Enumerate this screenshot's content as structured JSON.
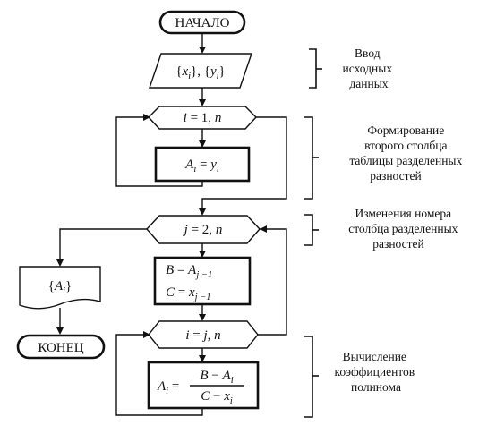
{
  "blocks": {
    "start": "НАЧАЛО",
    "end": "КОНЕЦ",
    "input": {
      "open": "{",
      "close": "}",
      "sep": ", ",
      "var1": "x",
      "sub1": "i",
      "var2": "y",
      "sub2": "i"
    },
    "loop_i1": {
      "var": "i",
      "range": " = 1, ",
      "limit": "n"
    },
    "assign_a": {
      "lhs": "A",
      "lhs_sub": "i",
      "eq": " = ",
      "rhs": "y",
      "rhs_sub": "i"
    },
    "loop_j": {
      "var": "j",
      "range": " = 2, ",
      "limit": "n"
    },
    "assign_b": {
      "lhs": "B",
      "eq": " = ",
      "rhs": "A",
      "rhs_sub": "j −1"
    },
    "assign_c": {
      "lhs": "C",
      "eq": " = ",
      "rhs": "x",
      "rhs_sub": "j −1"
    },
    "loop_i2": {
      "var": "i",
      "range": " = ",
      "start": "j",
      "sep": ", ",
      "limit": "n"
    },
    "formula": {
      "lhs": "A",
      "lhs_sub": "i",
      "eq": " = ",
      "num_b": "B",
      "num_minus": " − ",
      "num_a": "A",
      "num_sub": "i",
      "den_c": "C",
      "den_minus": " − ",
      "den_x": "x",
      "den_sub": "i"
    },
    "output": {
      "open": "{",
      "close": "}",
      "var": "A",
      "sub": "i"
    }
  },
  "annotations": {
    "input_data": [
      "Ввод",
      "исходных",
      "данных"
    ],
    "second_column": [
      "Формирование",
      "второго столбца",
      "таблицы разделенных",
      "разностей"
    ],
    "column_number": [
      "Изменения номера",
      "столбца разделенных",
      "разностей"
    ],
    "coefficients": [
      "Вычисление",
      "коэффициентов",
      "полинома"
    ]
  }
}
